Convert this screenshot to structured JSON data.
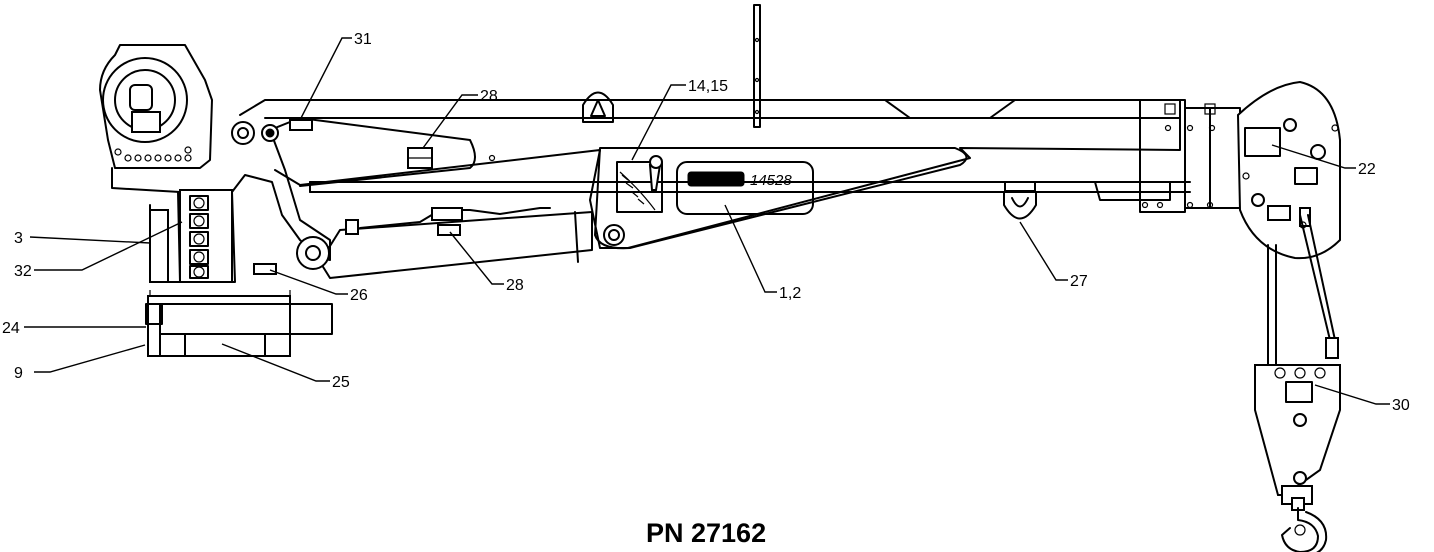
{
  "part_number": "PN 27162",
  "model_label": "14528",
  "callouts": [
    {
      "id": "31",
      "text": "31"
    },
    {
      "id": "28a",
      "text": "28"
    },
    {
      "id": "14_15",
      "text": "14,15"
    },
    {
      "id": "22",
      "text": "22"
    },
    {
      "id": "3",
      "text": "3"
    },
    {
      "id": "32",
      "text": "32"
    },
    {
      "id": "26",
      "text": "26"
    },
    {
      "id": "28b",
      "text": "28"
    },
    {
      "id": "1_2",
      "text": "1,2"
    },
    {
      "id": "27",
      "text": "27"
    },
    {
      "id": "24",
      "text": "24"
    },
    {
      "id": "9",
      "text": "9"
    },
    {
      "id": "25",
      "text": "25"
    },
    {
      "id": "30",
      "text": "30"
    }
  ]
}
